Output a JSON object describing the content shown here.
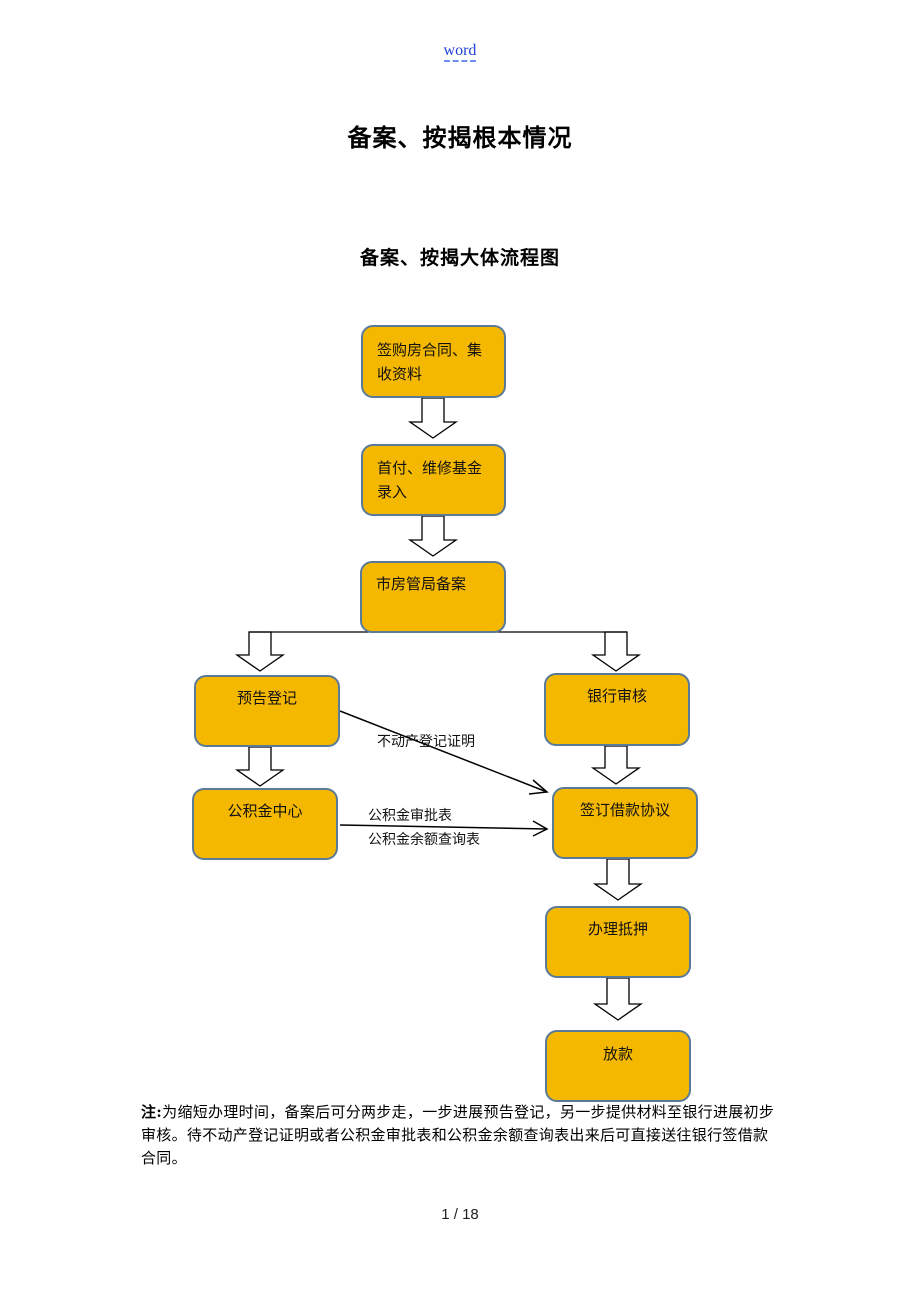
{
  "header": {
    "link_text": "word"
  },
  "title": "备案、按揭根本情况",
  "subtitle": "备案、按揭大体流程图",
  "flowchart": {
    "colors": {
      "box_fill": "#f5b800",
      "box_border": "#5a7a9a",
      "line": "#000000"
    },
    "nodes": [
      {
        "id": "sign",
        "label": "签购房合同、集收资料"
      },
      {
        "id": "payment",
        "label": "首付、维修基金录入"
      },
      {
        "id": "filing",
        "label": "市房管局备案"
      },
      {
        "id": "preregister",
        "label": "预告登记"
      },
      {
        "id": "bank-review",
        "label": "银行审核"
      },
      {
        "id": "fund-center",
        "label": "公积金中心"
      },
      {
        "id": "loan-agreement",
        "label": "签订借款协议"
      },
      {
        "id": "mortgage",
        "label": "办理抵押"
      },
      {
        "id": "disburse",
        "label": "放款"
      }
    ],
    "node_lines": {
      "sign": [
        "签购房合同、集",
        "收资料"
      ],
      "payment": [
        "首付、维修基金",
        "录入"
      ]
    },
    "edges": [
      {
        "from": "sign",
        "to": "payment",
        "style": "block-arrow"
      },
      {
        "from": "payment",
        "to": "filing",
        "style": "block-arrow"
      },
      {
        "from": "filing",
        "to": "preregister",
        "style": "block-arrow"
      },
      {
        "from": "filing",
        "to": "bank-review",
        "style": "block-arrow"
      },
      {
        "from": "preregister",
        "to": "fund-center",
        "style": "block-arrow"
      },
      {
        "from": "bank-review",
        "to": "loan-agreement",
        "style": "block-arrow"
      },
      {
        "from": "loan-agreement",
        "to": "mortgage",
        "style": "block-arrow"
      },
      {
        "from": "mortgage",
        "to": "disburse",
        "style": "block-arrow"
      },
      {
        "from": "preregister",
        "to": "loan-agreement",
        "style": "line-arrow",
        "label": "不动产登记证明"
      },
      {
        "from": "fund-center",
        "to": "loan-agreement",
        "style": "line-arrow",
        "labels": [
          "公积金审批表",
          "公积金余额查询表"
        ]
      }
    ]
  },
  "note": {
    "prefix": "注:",
    "text": "为缩短办理时间，备案后可分两步走，一步进展预告登记，另一步提供材料至银行进展初步审核。待不动产登记证明或者公积金审批表和公积金余额查询表出来后可直接送往银行签借款合同。"
  },
  "footer": {
    "page": "1 / 18"
  }
}
